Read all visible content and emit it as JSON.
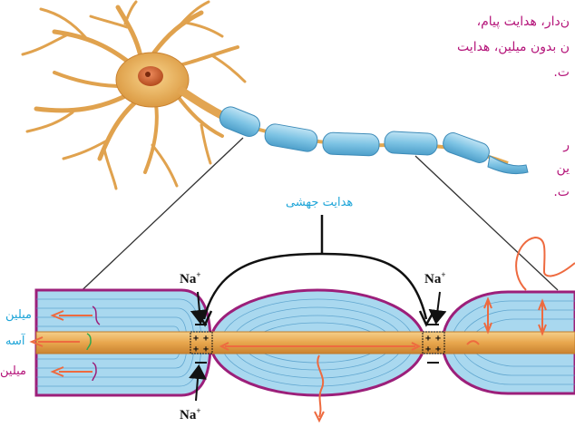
{
  "paragraph": {
    "line1": "ن‌دار، هدایت پیام،",
    "line2": "ن بدون میلین، هدایت",
    "line3": "ت.",
    "line4": "ر",
    "line5": "ین",
    "line6": "ت."
  },
  "diagram": {
    "saltatory_label": "هدایت جهشی",
    "ion_label": "Na",
    "ion_charge": "+",
    "labels": {
      "myelin_top": "میلین",
      "axon": "آسه",
      "myelin_bottom": "میلین"
    }
  },
  "colors": {
    "text_magenta": "#b5157a",
    "label_cyan": "#1ea5d8",
    "arrow_orange": "#ee6a3f",
    "axon": "#e9b05a",
    "myelin": "#7fc6e6",
    "myelin_outline": "#9c1f7a"
  }
}
